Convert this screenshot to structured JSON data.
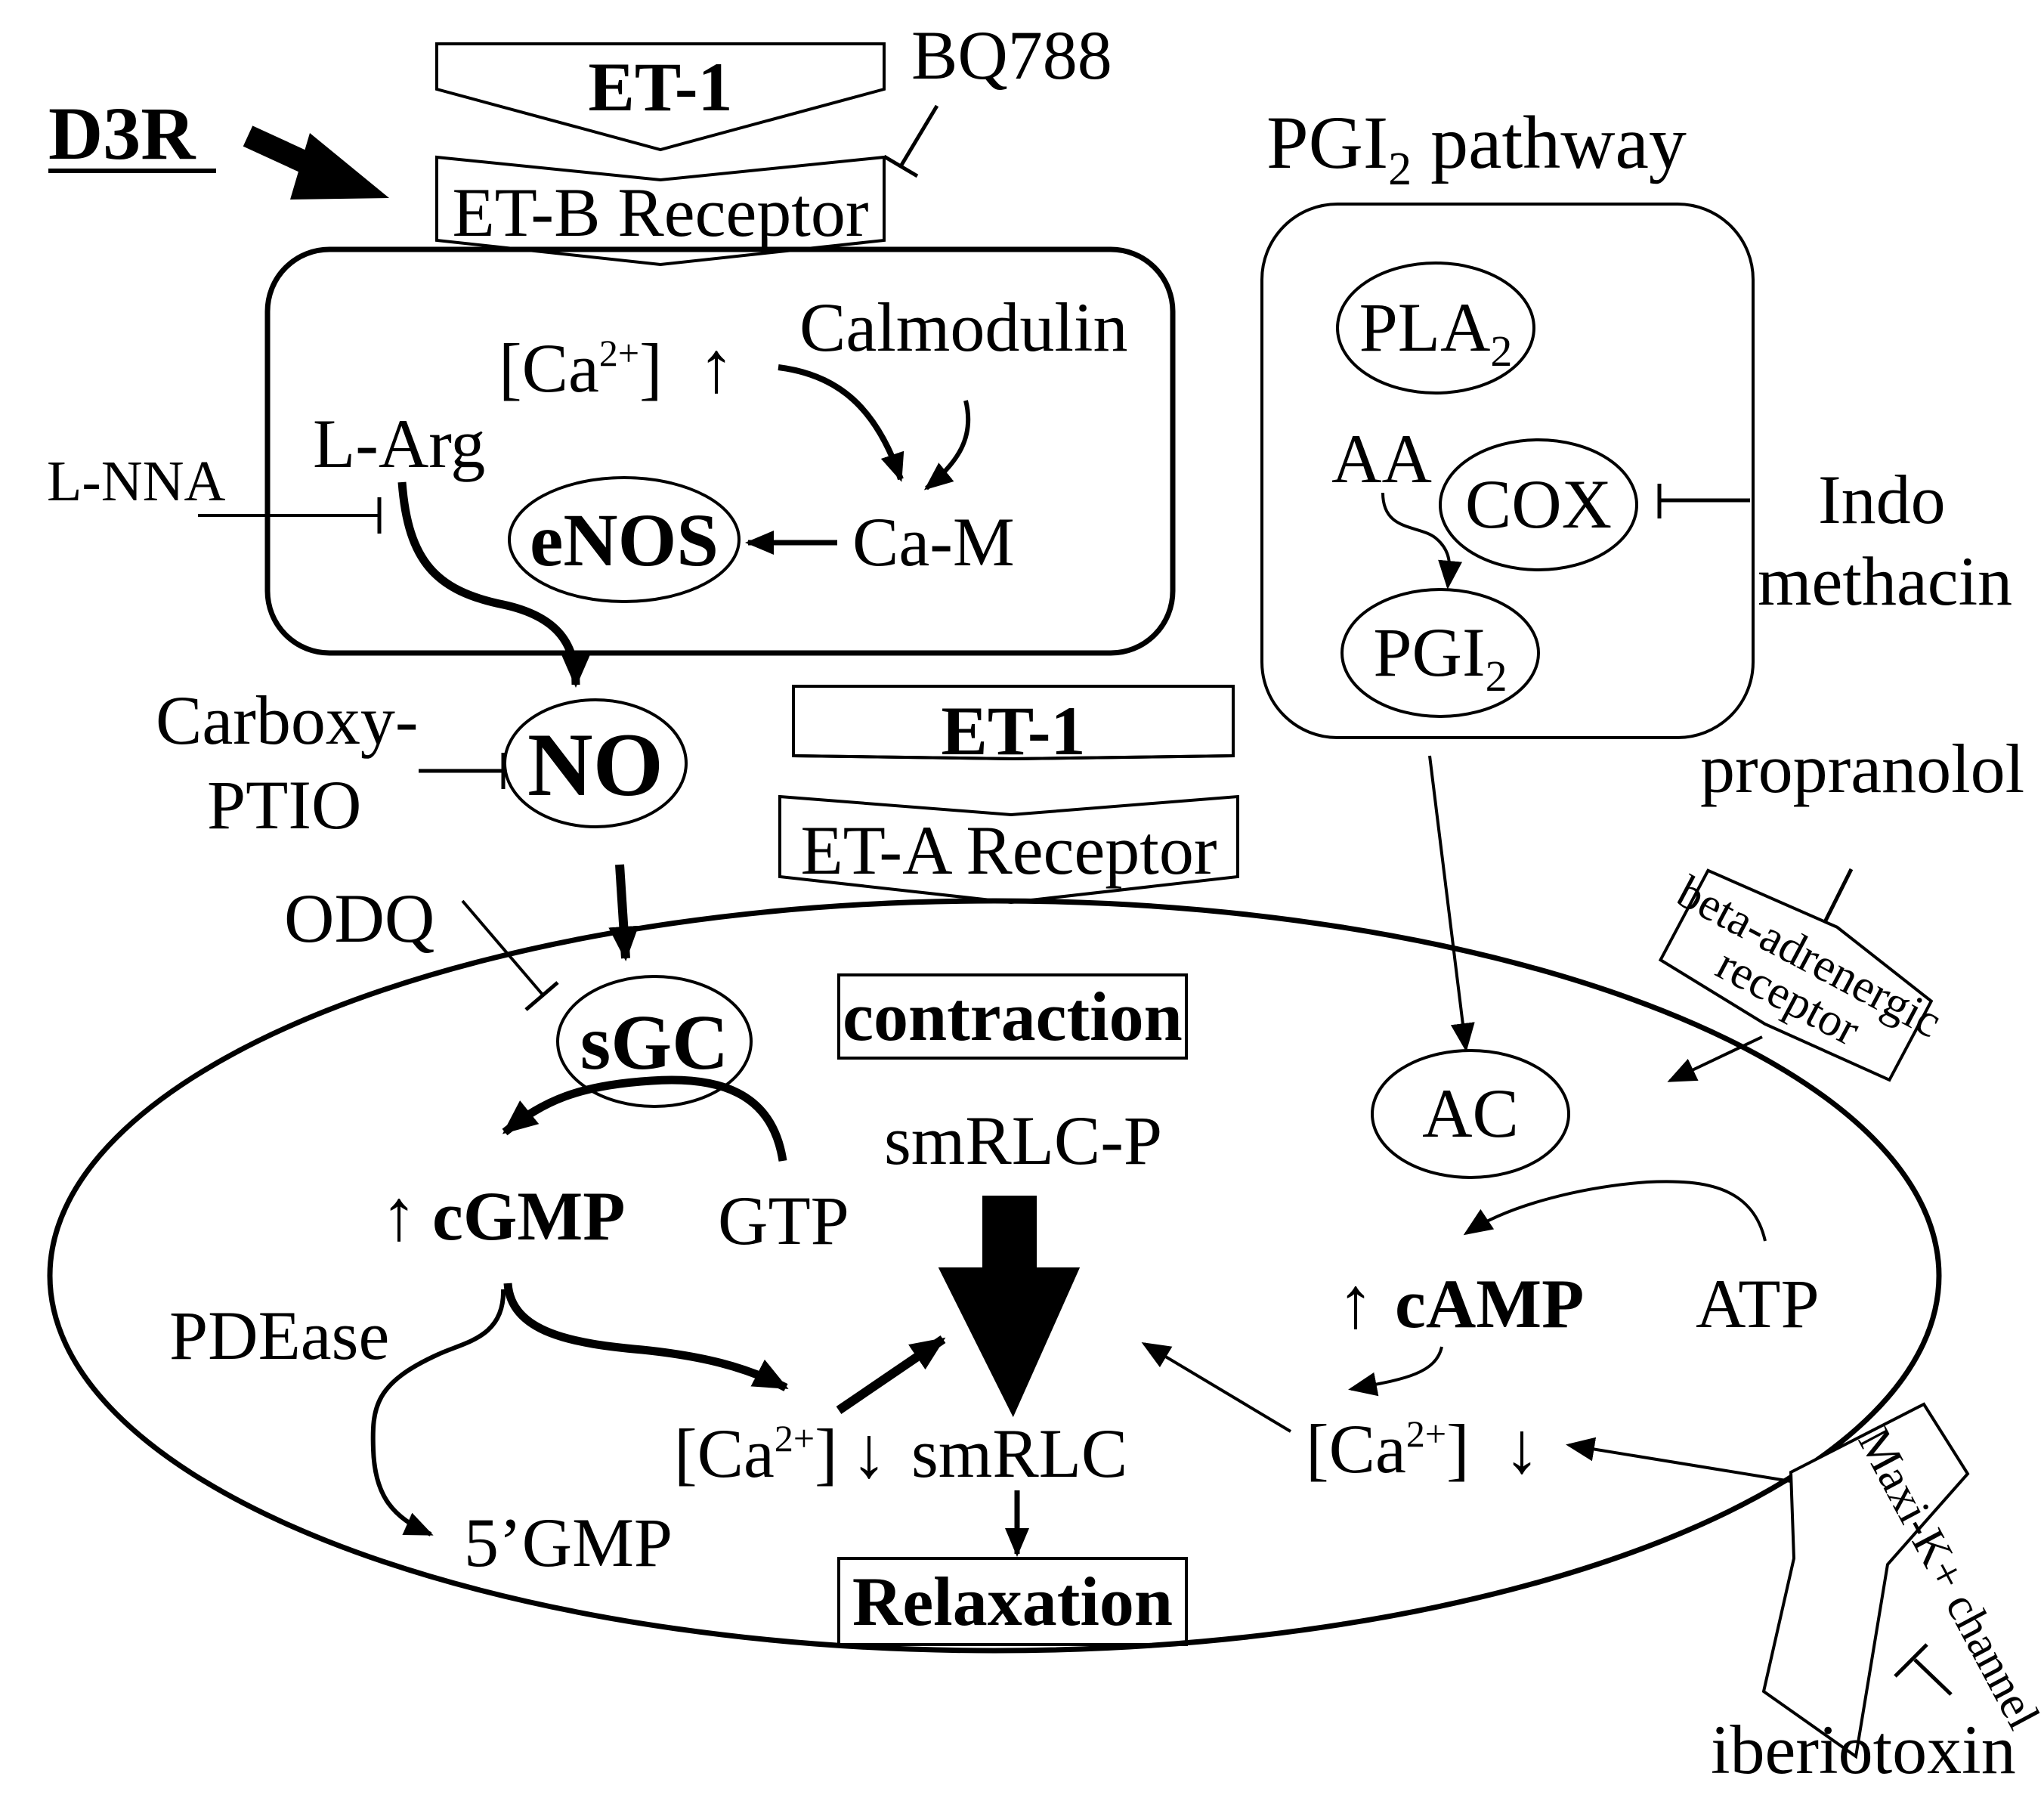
{
  "top": {
    "d3r": "D3R",
    "et1_top": "ET-1",
    "bq788": "BQ788",
    "etb_receptor": "ET-B Receptor"
  },
  "endothelial": {
    "ca_prefix": "[Ca",
    "ca_sup": "2+",
    "ca_suffix": "]",
    "up_arrow": "↑",
    "calmodulin": "Calmodulin",
    "l_arg": "L-Arg",
    "l_nna": "L-NNA",
    "enos": "eNOS",
    "ca_m": "Ca-M"
  },
  "no_section": {
    "carboxy_line1": "Carboxy-",
    "carboxy_line2": "PTIO",
    "no": "NO",
    "odq": "ODQ"
  },
  "eta": {
    "et1": "ET-1",
    "eta_receptor": "ET-A Receptor"
  },
  "pgi2": {
    "title_main": "PGI",
    "title_sub": "2",
    "title_suffix": " pathway",
    "pla_main": "PLA",
    "pla_sub": "2",
    "aa": "AA",
    "cox": "COX",
    "pgi_main": "PGI",
    "pgi_sub": "2",
    "indo_line1": "Indo",
    "indo_line2": "methacin"
  },
  "right": {
    "propranolol": "propranolol",
    "beta_line1": "beta-adrenergic",
    "beta_line2": "receptor",
    "ac": "AC",
    "camp": "cAMP",
    "atp": "ATP",
    "ca_prefix": "[Ca",
    "ca_sup": "2+",
    "ca_suffix": "]",
    "down_arrow": "↓",
    "up_arrow": "↑",
    "maxik": "Maxi-K+ channel",
    "iberiotoxin": "iberiotoxin"
  },
  "smooth_muscle": {
    "sgc": "sGC",
    "contraction": "contraction",
    "cgmp": "cGMP",
    "gtp": "GTP",
    "smrlc_p": "smRLC-P",
    "pdease": "PDEase",
    "five_gmp": "5’GMP",
    "ca_prefix": "[Ca",
    "ca_sup": "2+",
    "ca_suffix": "]",
    "down_arrow": "↓",
    "up_arrow": "↑",
    "smrlc": "smRLC",
    "relaxation": "Relaxation"
  }
}
